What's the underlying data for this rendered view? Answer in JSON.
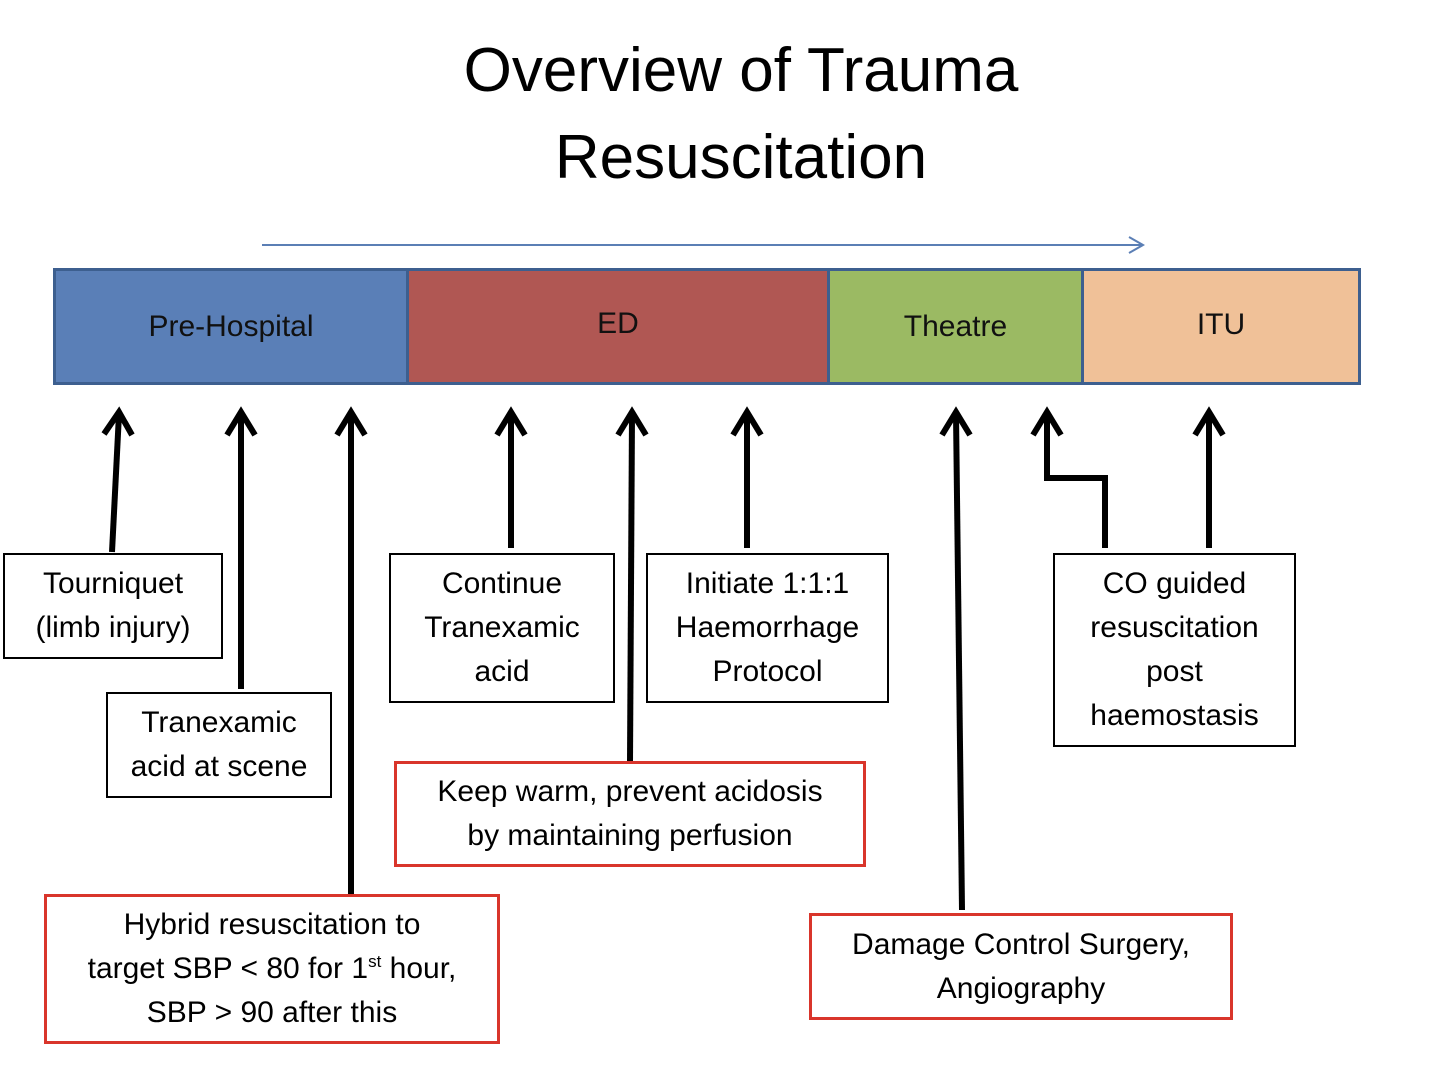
{
  "title": {
    "line1": "Overview of Trauma",
    "line2": "Resuscitation"
  },
  "phases": [
    {
      "label": "Pre-Hospital",
      "color": "#5a7fb7"
    },
    {
      "label": "ED",
      "color": "#b05753"
    },
    {
      "label": "Theatre",
      "color": "#9bba63"
    },
    {
      "label": "ITU",
      "color": "#f0c198"
    }
  ],
  "interventions": {
    "tourniquet": "Tourniquet\n(limb injury)",
    "txa_scene": "Tranexamic\nacid at scene",
    "hybrid_a": "Hybrid resuscitation to\ntarget SBP < 80 for 1",
    "hybrid_sup": "st",
    "hybrid_b": " hour,\nSBP > 90 after this",
    "continue_txa": "Continue\nTranexamic\nacid",
    "haemorrhage": "Initiate 1:1:1\nHaemorrhage\nProtocol",
    "keep_warm": "Keep warm, prevent acidosis\nby maintaining perfusion",
    "damage_control": "Damage Control Surgery,\nAngiography",
    "co_guided": "CO guided\nresuscitation\npost\nhaemostasis"
  },
  "colors": {
    "timeline_arrow": "#5b7fb5",
    "red_border": "#d9352b",
    "arrow": "#000000"
  }
}
